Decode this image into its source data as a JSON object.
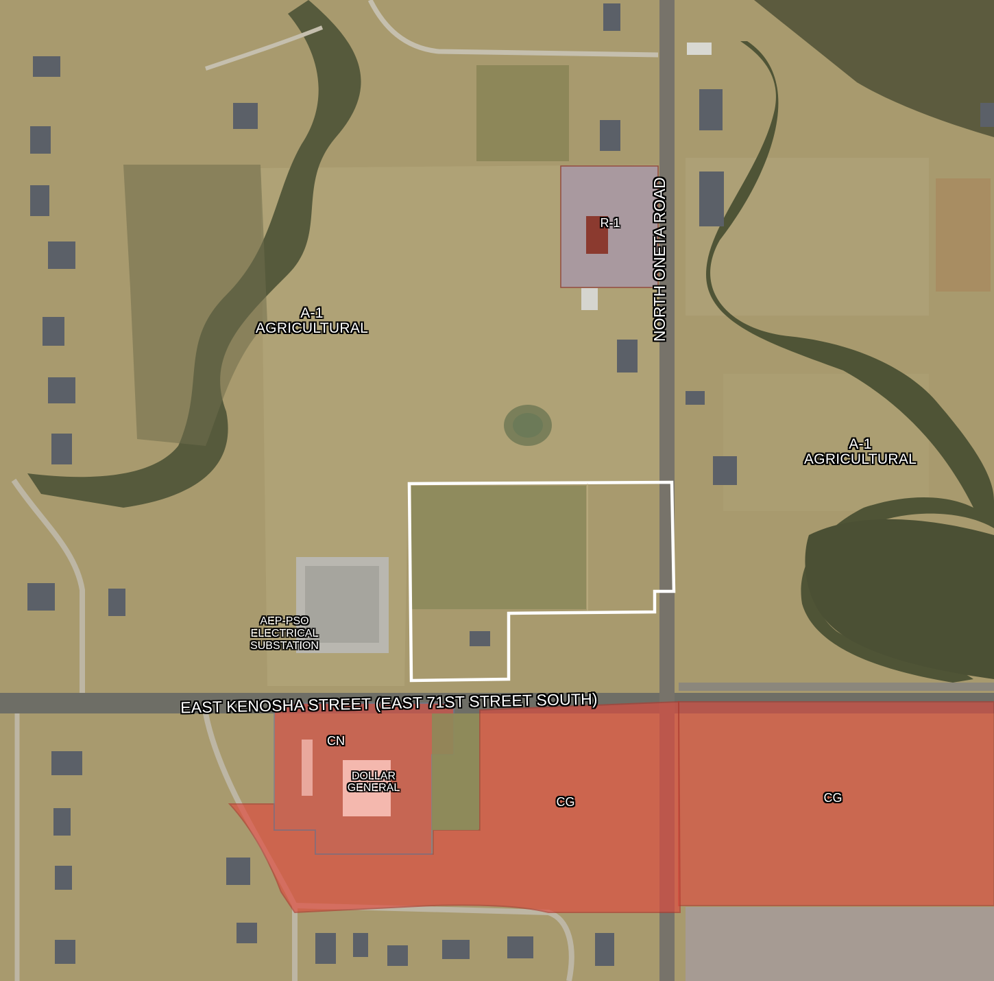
{
  "labels": {
    "zone_a1_west": {
      "code": "A-1",
      "name": "AGRICULTURAL"
    },
    "zone_a1_east": {
      "code": "A-1",
      "name": "AGRICULTURAL"
    },
    "zone_r1": "R-1",
    "zone_cn": "CN",
    "zone_cg_center": "CG",
    "zone_cg_east": "CG",
    "dollar_general": {
      "line1": "DOLLAR",
      "line2": "GENERAL"
    },
    "substation": {
      "line1": "AEP-PSO",
      "line2": "ELECTRICAL",
      "line3": "SUBSTATION"
    },
    "road_oneta": "NORTH ONETA ROAD",
    "road_kenosha": "EAST KENOSHA STREET (EAST 71ST STREET SOUTH)"
  },
  "colors": {
    "ground": "#a89a6e",
    "field_light": "#b3a679",
    "field_green": "#8e8a5a",
    "trees": "#4d5236",
    "road": "#6b6b62",
    "commercial_zone": "#d8473d",
    "residential_zone": "#9c8f9f",
    "subject_outline": "#ffffff"
  }
}
